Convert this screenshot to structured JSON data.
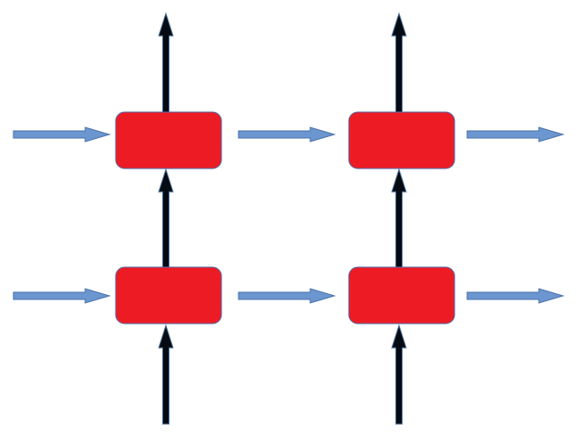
{
  "colors": {
    "background": "#ffffff",
    "block_fill": "#ed1c24",
    "block_stroke": "#4f6dad",
    "horizontal_arrow_fill": "#6b96cf",
    "horizontal_arrow_stroke": "#4a71a8",
    "vertical_arrow_fill": "#050b12",
    "vertical_arrow_stroke": "#4a6d98"
  },
  "structure": {
    "rows": 2,
    "columns": 2,
    "block_shape": "rounded-rectangle",
    "horizontal_arrow_direction": "right",
    "vertical_arrow_direction": "up"
  }
}
